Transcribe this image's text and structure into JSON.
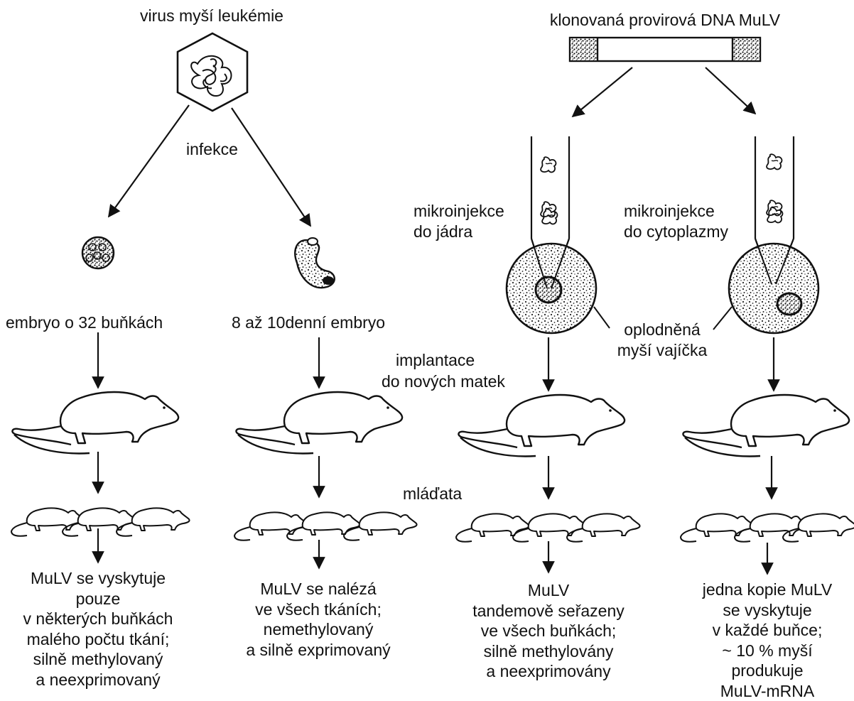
{
  "top": {
    "virus_label": "virus myší leukémie",
    "dna_label": "klonovaná provirová DNA MuLV",
    "infection_label": "infekce"
  },
  "stages": {
    "embryo32": "embryo o 32 buňkách",
    "embryo10day": "8 až 10denní embryo",
    "microinject_nucleus": [
      "mikroinjekce",
      "do jádra"
    ],
    "microinject_cytoplasm": [
      "mikroinjekce",
      "do cytoplazmy"
    ],
    "fertilized_eggs": [
      "oplodněná",
      "myší vajíčka"
    ],
    "implantation": [
      "implantace",
      "do nových matek"
    ],
    "offspring": "mláďata"
  },
  "results": [
    [
      "MuLV se vyskytuje",
      "pouze",
      "v některých buňkách",
      "malého počtu tkání;",
      "silně methylovaný",
      "a neexprimovaný"
    ],
    [
      "MuLV se nalézá",
      "ve všech tkáních;",
      "nemethylovaný",
      "a silně exprimovaný"
    ],
    [
      "MuLV",
      "tandemově seřazeny",
      "ve všech buňkách;",
      "silně methylovány",
      "a neexprimovány"
    ],
    [
      "jedna kopie MuLV",
      "se vyskytuje",
      "v každé buňce;",
      "~ 10 % myší",
      "produkuje",
      "MuLV-mRNA"
    ]
  ],
  "colors": {
    "ink": "#111111",
    "paper": "#ffffff"
  }
}
